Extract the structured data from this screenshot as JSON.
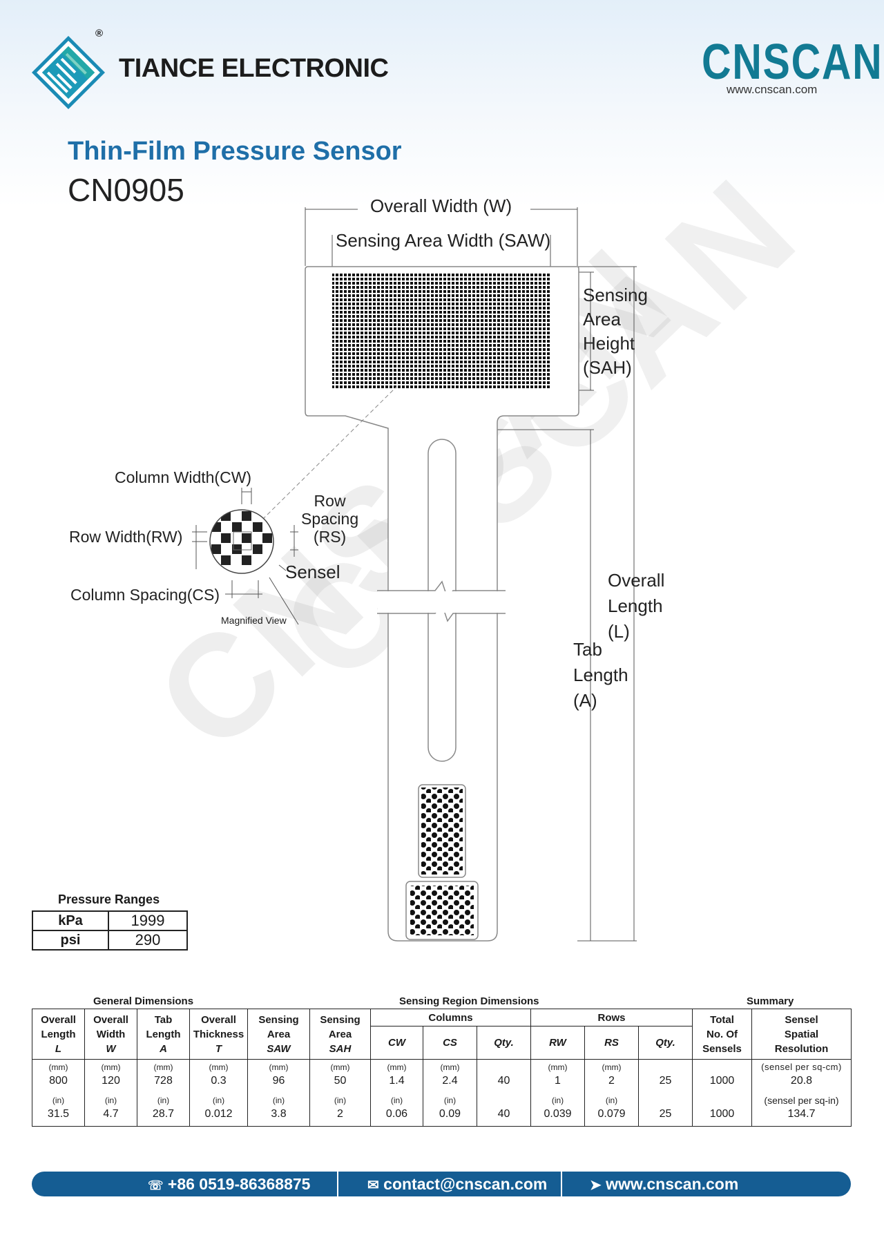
{
  "header": {
    "company": "TIANCE ELECTRONIC",
    "registered": "®",
    "brand": "CNSCAN",
    "brand_url": "www.cnscan.com"
  },
  "product": {
    "title": "Thin-Film Pressure Sensor",
    "model": "CN0905"
  },
  "diagram": {
    "overall_width": "Overall Width (W)",
    "sensing_area_width": "Sensing Area Width (SAW)",
    "sensing_area_height": [
      "Sensing",
      "Area",
      "Height",
      "(SAH)"
    ],
    "overall_length": [
      "Overall",
      "Length",
      "(L)"
    ],
    "tab_length": [
      "Tab",
      "Length",
      "(A)"
    ],
    "column_width": "Column Width(CW)",
    "row_width": "Row Width(RW)",
    "row_spacing": [
      "Row",
      "Spacing",
      "(RS)"
    ],
    "sensel": "Sensel",
    "column_spacing": "Column Spacing(CS)",
    "magnified_view": "Magnified View"
  },
  "watermark": "CNSCAN",
  "pressure_ranges": {
    "title": "Pressure Ranges",
    "rows": [
      {
        "unit": "kPa",
        "value": "1999"
      },
      {
        "unit": "psi",
        "value": "290"
      }
    ]
  },
  "spec_table": {
    "groups": {
      "general": "General Dimensions",
      "sensing": "Sensing Region Dimensions",
      "summary": "Summary"
    },
    "headers": {
      "overall_length": [
        "Overall",
        "Length",
        "L"
      ],
      "overall_width": [
        "Overall",
        "Width",
        "W"
      ],
      "tab_length": [
        "Tab",
        "Length",
        "A"
      ],
      "overall_thickness": [
        "Overall",
        "Thickness",
        "T"
      ],
      "saw": [
        "Sensing",
        "Area",
        "SAW"
      ],
      "sah": [
        "Sensing",
        "Area",
        "SAH"
      ],
      "columns": "Columns",
      "rows": "Rows",
      "cw": "CW",
      "cs": "CS",
      "qty": "Qty.",
      "rw": "RW",
      "rs": "RS",
      "total": [
        "Total",
        "No. Of",
        "Sensels"
      ],
      "resolution": [
        "Sensel",
        "Spatial",
        "Resolution"
      ]
    },
    "mm_row": {
      "unit": "(mm)",
      "L": "800",
      "W": "120",
      "A": "728",
      "T": "0.3",
      "SAW": "96",
      "SAH": "50",
      "CW": "1.4",
      "CS": "2.4",
      "col_qty": "40",
      "RW": "1",
      "RS": "2",
      "row_qty": "25",
      "total": "1000",
      "res_unit": "(sensel per sq-cm)",
      "res": "20.8"
    },
    "in_row": {
      "unit": "(in)",
      "L": "31.5",
      "W": "4.7",
      "A": "28.7",
      "T": "0.012",
      "SAW": "3.8",
      "SAH": "2",
      "CW": "0.06",
      "CS": "0.09",
      "col_qty": "40",
      "RW": "0.039",
      "RS": "0.079",
      "row_qty": "25",
      "total": "1000",
      "res_unit": "(sensel per sq-in)",
      "res": "134.7"
    }
  },
  "footer": {
    "phone": "+86 0519-86368875",
    "email": "contact@cnscan.com",
    "website": "www.cnscan.com"
  }
}
